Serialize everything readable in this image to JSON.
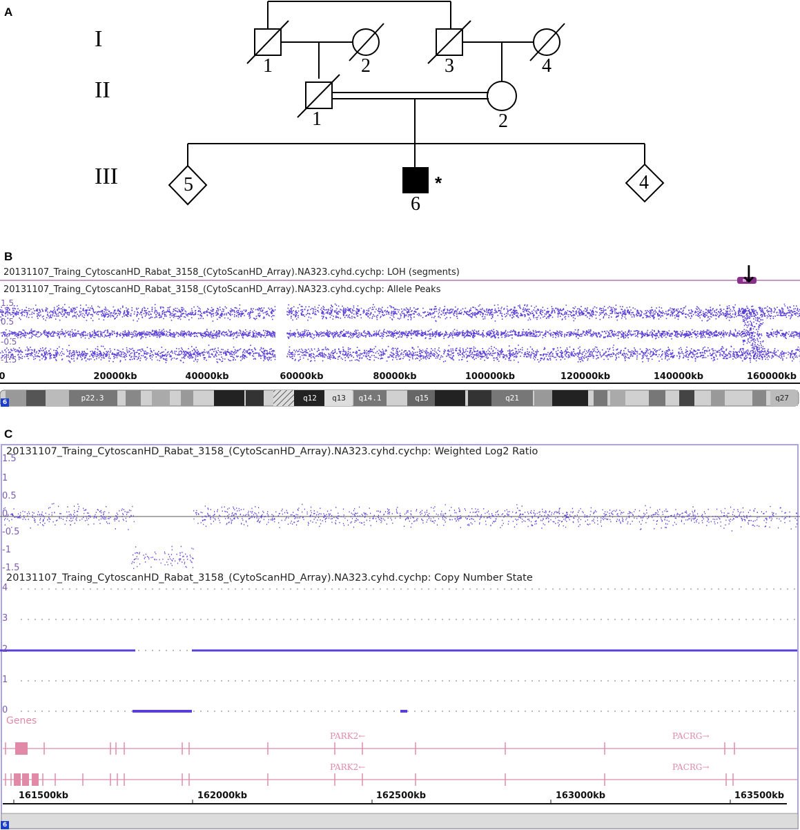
{
  "panels": {
    "a": "A",
    "b": "B",
    "c": "C"
  },
  "pedigree": {
    "generations": [
      "I",
      "II",
      "III"
    ],
    "individuals": [
      {
        "id": "I-1",
        "number": "1",
        "sex": "male",
        "deceased": true,
        "affected": false
      },
      {
        "id": "I-2",
        "number": "2",
        "sex": "female",
        "deceased": true,
        "affected": false
      },
      {
        "id": "I-3",
        "number": "3",
        "sex": "male",
        "deceased": true,
        "affected": false
      },
      {
        "id": "I-4",
        "number": "4",
        "sex": "female",
        "deceased": true,
        "affected": false
      },
      {
        "id": "II-1",
        "number": "1",
        "sex": "male",
        "deceased": true,
        "affected": false
      },
      {
        "id": "II-2",
        "number": "2",
        "sex": "female",
        "deceased": false,
        "affected": false
      },
      {
        "id": "III-5",
        "number": "5",
        "sex": "unknown",
        "count_label": "5",
        "affected": false
      },
      {
        "id": "III-6",
        "number": "6",
        "sex": "male",
        "deceased": false,
        "affected": true,
        "proband_mark": "*"
      },
      {
        "id": "III-4",
        "number": "4",
        "sex": "unknown",
        "count_label": "4",
        "affected": false
      }
    ],
    "consanguineous": true
  },
  "panel_b": {
    "loh_title": "20131107_Traing_CytoscanHD_Rabat_3158_(CytoScanHD_Array).NA323.cyhd.cychp: LOH (segments)",
    "allele_title": "20131107_Traing_CytoscanHD_Rabat_3158_(CytoScanHD_Array).NA323.cyhd.cychp: Allele Peaks",
    "y_ticks": [
      "1.5",
      "0.5",
      "-0.5",
      "-1.5"
    ],
    "x_ticks": [
      "0",
      "20000kb",
      "40000kb",
      "60000kb",
      "80000kb",
      "100000kb",
      "120000kb",
      "140000kb",
      "160000kb"
    ],
    "bands": [
      "p22.3",
      "q12",
      "q13",
      "q14.1",
      "q15",
      "q21",
      "q27"
    ],
    "chromosome": "6",
    "arrow": "↓"
  },
  "panel_c": {
    "log2_title": "20131107_Traing_CytoscanHD_Rabat_3158_(CytoScanHD_Array).NA323.cyhd.cychp: Weighted Log2 Ratio",
    "log2_ticks": [
      "1.5",
      "1",
      "0.5",
      "0",
      "-0.5",
      "-1",
      "-1.5"
    ],
    "cn_title": "20131107_Traing_CytoscanHD_Rabat_3158_(CytoScanHD_Array).NA323.cyhd.cychp: Copy Number State",
    "cn_ticks": [
      "4",
      "3",
      "2",
      "1",
      "0"
    ],
    "genes_title": "Genes",
    "genes": [
      "PARK2←",
      "PACRG→",
      "PARK2←",
      "PACRG→"
    ],
    "x_ticks": [
      "161500kb",
      "162000kb",
      "162500kb",
      "163000kb",
      "163500kb"
    ],
    "chromosome": "6"
  },
  "colors": {
    "data": "#5a3fd6",
    "gene": "#e08aa8",
    "loh": "#8a2f8a",
    "frame": "#a9a4e8"
  }
}
